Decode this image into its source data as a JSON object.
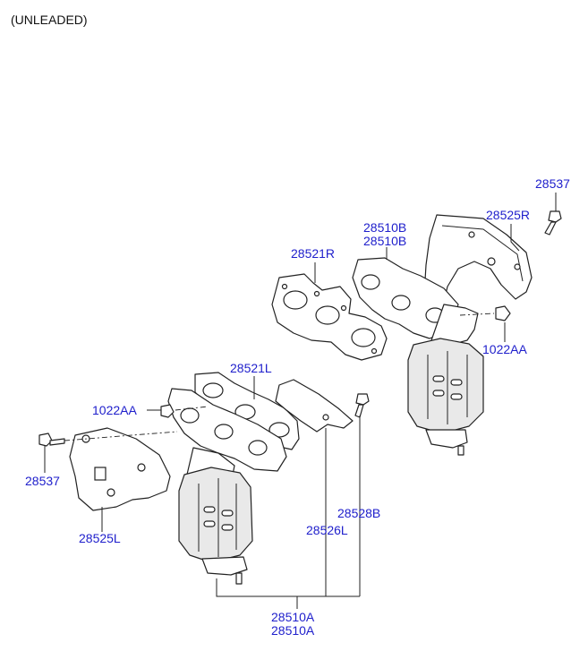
{
  "header": {
    "variant": "(UNLEADED)"
  },
  "labels": {
    "bolt_right": "28537",
    "heat_shield_right": "28525R",
    "manifold_right_1": "28510B",
    "manifold_right_2": "28510B",
    "gasket_right": "28521R",
    "nut_right": "1022AA",
    "gasket_left": "28521L",
    "nut_left": "1022AA",
    "bolt_left": "28537",
    "heat_shield_left": "28525L",
    "stay_bolt": "28528B",
    "bracket_left": "28526L",
    "manifold_left_1": "28510A",
    "manifold_left_2": "28510A"
  },
  "colors": {
    "label": "#2020cc",
    "line": "#222222"
  }
}
